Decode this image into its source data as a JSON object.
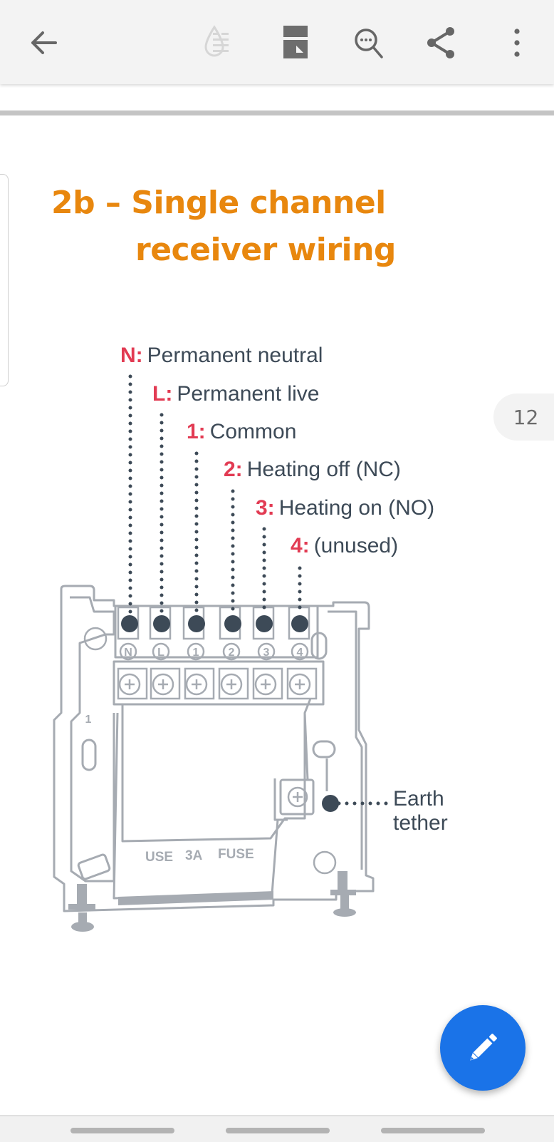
{
  "toolbar": {
    "back_icon": "arrow-left-icon",
    "icons": [
      "reading-mode-icon",
      "page-layout-icon",
      "find-in-document-icon",
      "share-icon",
      "more-vert-icon"
    ]
  },
  "document": {
    "title_line1": "2b – Single channel",
    "title_line2": "receiver wiring",
    "page_number": "12"
  },
  "diagram": {
    "terminals": [
      {
        "key": "N:",
        "label": "Permanent neutral",
        "marking": "N"
      },
      {
        "key": "L:",
        "label": "Permanent live",
        "marking": "L"
      },
      {
        "key": "1:",
        "label": "Common",
        "marking": "1"
      },
      {
        "key": "2:",
        "label": "Heating off (NC)",
        "marking": "2"
      },
      {
        "key": "3:",
        "label": "Heating on (NO)",
        "marking": "3"
      },
      {
        "key": "4:",
        "label": "(unused)",
        "marking": "4"
      }
    ],
    "earth_label_line1": "Earth",
    "earth_label_line2": "tether",
    "fuse_text": [
      "USE",
      "3A",
      "FUSE"
    ],
    "side_marking": "1",
    "colors": {
      "accent_title": "#e8870e",
      "key_red": "#e23b53",
      "ink": "#3d4a57",
      "outline": "#a6abb2"
    }
  },
  "fab": {
    "icon": "edit-pencil-icon",
    "color": "#1a73e8"
  },
  "navbar": {
    "pills": 3
  }
}
